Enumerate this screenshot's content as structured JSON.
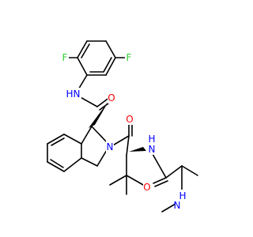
{
  "molecule": {
    "colors": {
      "carbon": "#000000",
      "nitrogen": "#0000ff",
      "oxygen": "#ff0000",
      "fluorine": "#33cc33"
    },
    "atom_labels": {
      "f_left": "F",
      "f_right": "F",
      "nh_amide": "N",
      "h_amide": "H",
      "o_amide": "O",
      "n_ring": "N",
      "o_ketone": "O",
      "nh_valine": "N",
      "h_valine": "H",
      "o_alanine": "O",
      "n_methylamine": "N",
      "h_methylamine": "H"
    }
  }
}
